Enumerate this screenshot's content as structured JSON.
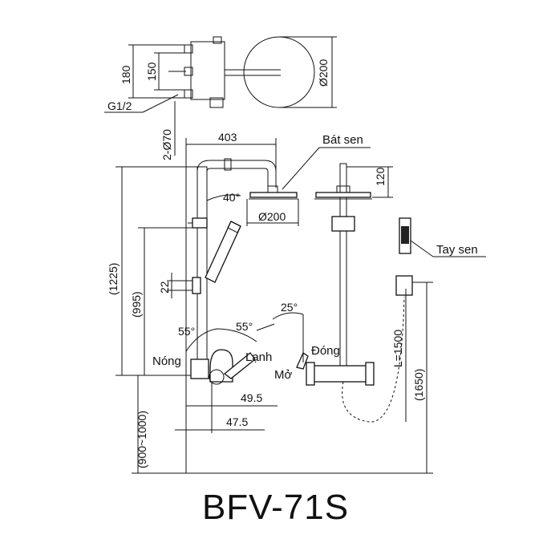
{
  "model": "BFV-71S",
  "labels": {
    "shower_head": "Bát sen",
    "hand_shower": "Tay sen",
    "hot": "Nóng",
    "cold": "Lạnh",
    "close": "Đóng",
    "open": "Mở"
  },
  "dimensions": {
    "top_180": "180",
    "top_150": "150",
    "top_dia200": "Ø200",
    "g_thread": "G1/2",
    "flange": "2-Ø70",
    "arm_403": "403",
    "angle_40": "40°",
    "head_dia200": "Ø200",
    "h_1225": "(1225)",
    "h_995": "(995)",
    "h_22": "22",
    "angle_55_left": "55°",
    "angle_55_right": "55°",
    "angle_25": "25°",
    "w_49_5": "49.5",
    "w_47_5": "47.5",
    "h_900_1000": "(900~1000)",
    "h_120": "120",
    "hose_L1500": "L=1500",
    "h_1650": "(1650)"
  }
}
